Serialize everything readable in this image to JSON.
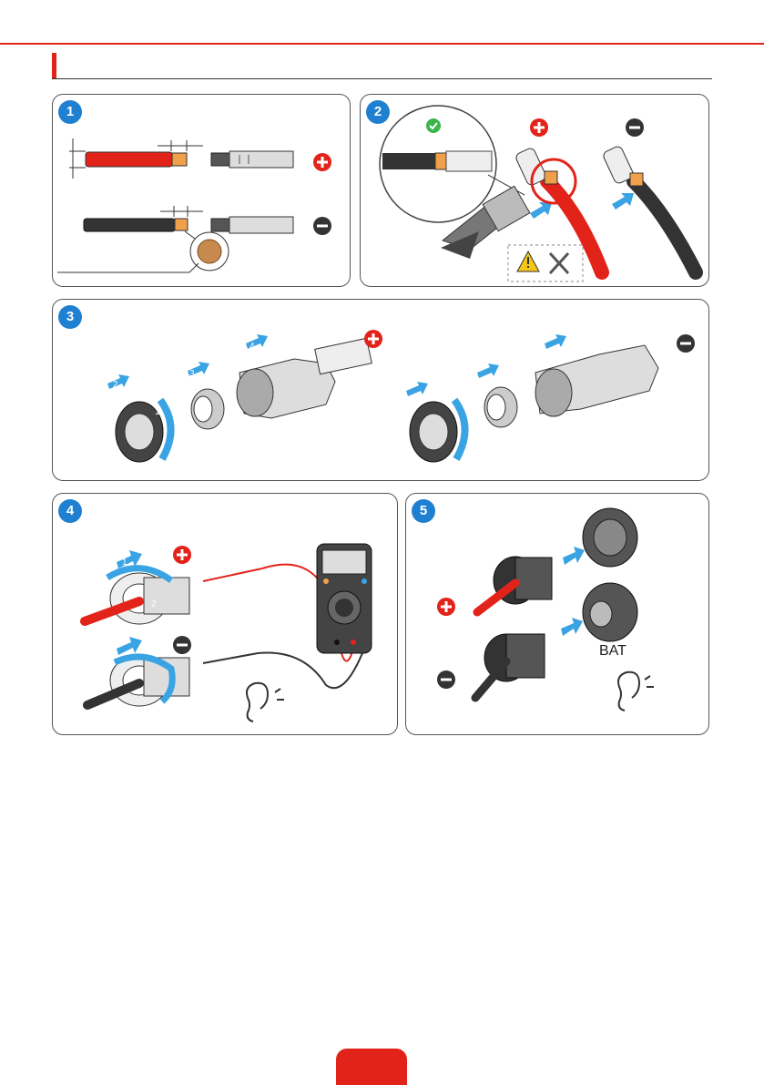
{
  "steps": [
    {
      "number": "1"
    },
    {
      "number": "2"
    },
    {
      "number": "3"
    },
    {
      "number": "4"
    },
    {
      "number": "5"
    }
  ],
  "step3_arrows": [
    "1",
    "2",
    "3",
    "4"
  ],
  "step4_arrows": [
    "1",
    "2"
  ],
  "step5_label": "BAT",
  "colors": {
    "accent": "#e2231a",
    "step_blue": "#1f7fd0",
    "arrow_blue": "#3aa3e3",
    "copper": "#f0a04a",
    "cable_red": "#e2231a",
    "cable_black": "#333333"
  },
  "icons": [
    "plus-icon",
    "minus-icon",
    "check-icon",
    "warning-icon",
    "tools-icon",
    "ear-icon"
  ]
}
